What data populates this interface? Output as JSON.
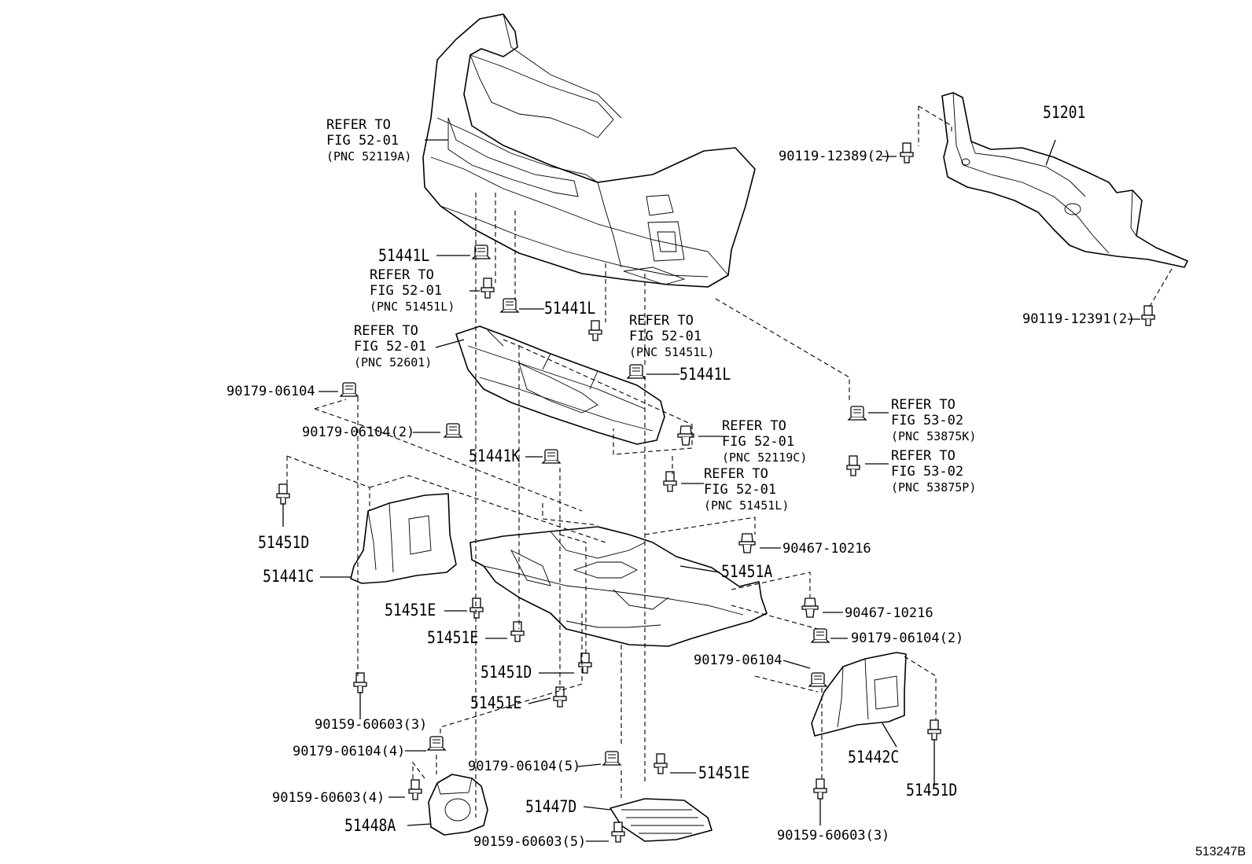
{
  "figure_id": "513247B",
  "parts": {
    "p51201": "51201",
    "p90119_12389": "90119-12389(2)",
    "p90119_12391": "90119-12391(2)",
    "p51441L_a": "51441L",
    "p51441L_b": "51441L",
    "p51441L_c": "51441L",
    "p51441K": "51441K",
    "p90179_06104_a": "90179-06104",
    "p90179_06104_b": "90179-06104(2)",
    "p51451D_a": "51451D",
    "p51441C": "51441C",
    "p51451E_a": "51451E",
    "p51451E_b": "51451E",
    "p51451D_b": "51451D",
    "p51451E_c": "51451E",
    "p90159_60603_a": "90159-60603(3)",
    "p90179_06104_c": "90179-06104(4)",
    "p90159_60603_b": "90159-60603(4)",
    "p51448A": "51448A",
    "p90179_06104_d": "90179-06104(5)",
    "p51451E_d": "51451E",
    "p51447D": "51447D",
    "p90159_60603_c": "90159-60603(5)",
    "p90467_10216_a": "90467-10216",
    "p51451A": "51451A",
    "p90467_10216_b": "90467-10216",
    "p90179_06104_e": "90179-06104(2)",
    "p90179_06104_f": "90179-06104",
    "p51442C": "51442C",
    "p51451D_c": "51451D",
    "p90159_60603_d": "90159-60603(3)"
  },
  "refs": {
    "r1": {
      "l1": "REFER TO",
      "l2": "FIG 52-01",
      "l3": "(PNC 52119A)"
    },
    "r2": {
      "l1": "REFER TO",
      "l2": "FIG 52-01",
      "l3": "(PNC 51451L)"
    },
    "r3": {
      "l1": "REFER TO",
      "l2": "FIG 52-01",
      "l3": "(PNC 52601)"
    },
    "r4": {
      "l1": "REFER TO",
      "l2": "FIG 52-01",
      "l3": "(PNC 51451L)"
    },
    "r5": {
      "l1": "REFER TO",
      "l2": "FIG 52-01",
      "l3": "(PNC 52119C)"
    },
    "r6": {
      "l1": "REFER TO",
      "l2": "FIG 52-01",
      "l3": "(PNC 51451L)"
    },
    "r7": {
      "l1": "REFER TO",
      "l2": "FIG 53-02",
      "l3": "(PNC 53875K)"
    },
    "r8": {
      "l1": "REFER TO",
      "l2": "FIG 53-02",
      "l3": "(PNC 53875P)"
    }
  }
}
